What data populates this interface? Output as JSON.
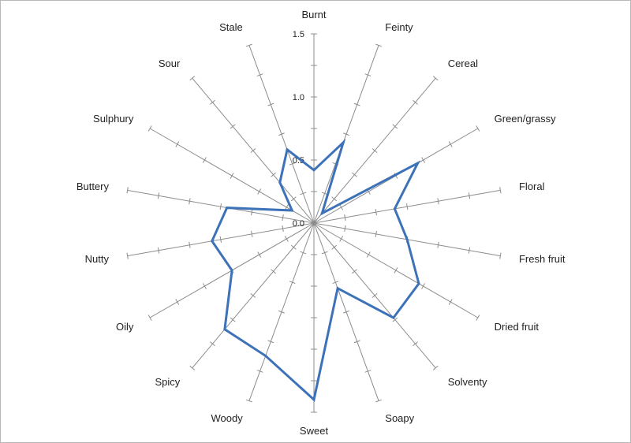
{
  "chart_data": {
    "type": "radar",
    "title": "",
    "axes": [
      "Burnt",
      "Feinty",
      "Cereal",
      "Green/grassy",
      "Floral",
      "Fresh fruit",
      "Dried fruit",
      "Solventy",
      "Soapy",
      "Sweet",
      "Woody",
      "Spicy",
      "Oily",
      "Nutty",
      "Buttery",
      "Sulphury",
      "Sour",
      "Stale"
    ],
    "series": [
      {
        "values": [
          0.42,
          0.68,
          0.1,
          0.95,
          0.65,
          0.75,
          0.96,
          0.98,
          0.55,
          1.4,
          1.12,
          1.1,
          0.75,
          0.82,
          0.7,
          0.2,
          0.42,
          0.62
        ]
      }
    ],
    "rlim": [
      0,
      1.5
    ],
    "rticks": [
      0.0,
      0.5,
      1.0,
      1.5
    ],
    "tick_labels": [
      "0.0",
      "0.5",
      "1.0",
      "1.5"
    ],
    "minor_tick_step": 0.25,
    "colors": {
      "series": "#3d72b8",
      "axis": "#8c8c8c",
      "text": "#222222",
      "frame": "#b8b8b8"
    }
  }
}
